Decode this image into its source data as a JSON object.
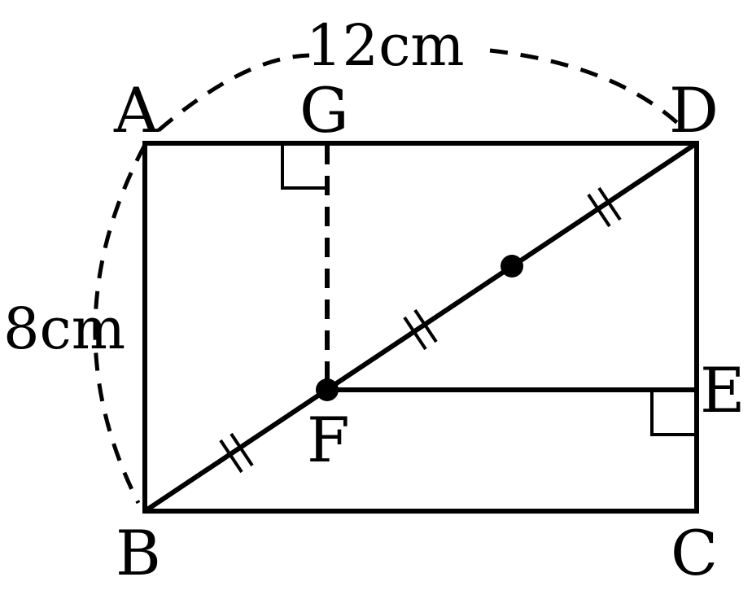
{
  "labels": {
    "A": "A",
    "B": "B",
    "C": "C",
    "D": "D",
    "E": "E",
    "F": "F",
    "G": "G"
  },
  "measurements": {
    "top": "12cm",
    "left": "8cm"
  },
  "colors": {
    "stroke": "#000000",
    "background": "#ffffff"
  }
}
